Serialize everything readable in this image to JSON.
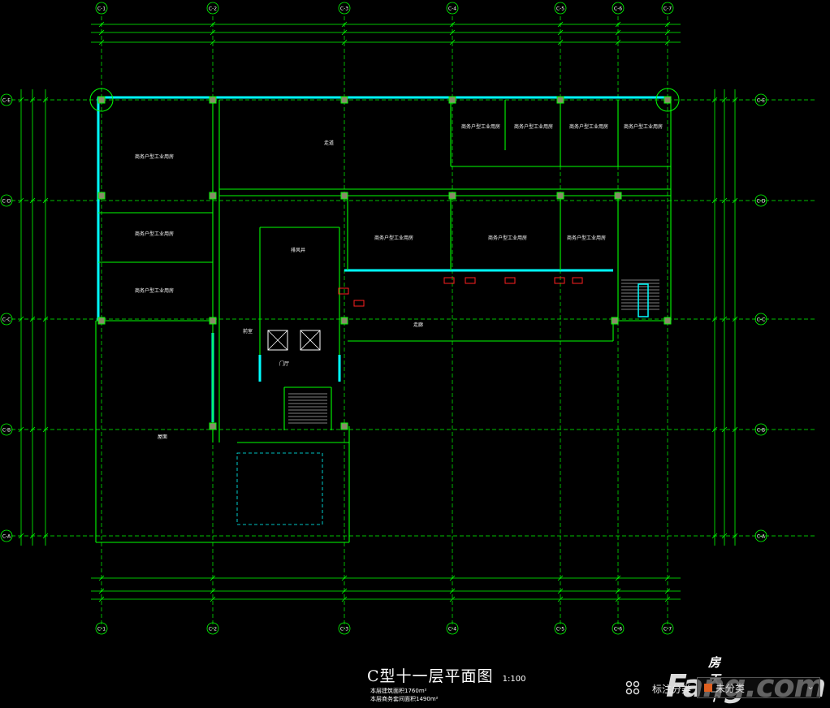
{
  "drawing": {
    "title": "C型十一层平面图",
    "scale": "1:100",
    "notes": [
      "本层建筑面积1760m²",
      "本层商务套间面积1490m²"
    ],
    "axes_x": [
      "C-1",
      "C-2",
      "C-3",
      "C-4",
      "C-5",
      "C-6",
      "C-7"
    ],
    "axes_y": [
      "C-E",
      "C-D",
      "C-C",
      "C-B",
      "C-A"
    ],
    "rooms": [
      "商务户型工业用房",
      "商务户型工业用房",
      "商务户型工业用房",
      "商务户型工业用房",
      "商务户型工业用房",
      "商务户型工业用房",
      "商务户型工业用房",
      "商务户型工业用房",
      "商务户型工业用房",
      "商务户型工业用房"
    ],
    "labels": [
      "走道",
      "走廊",
      "前室",
      "门厅",
      "排风井",
      "屋面"
    ],
    "colors": {
      "lines": "#00ff00",
      "walls": "#00ffff",
      "text": "#ffffff",
      "accent": "#ff2020"
    }
  },
  "toolbar": {
    "annotation_label": "标注分类",
    "category_value": "未分类"
  },
  "watermark": {
    "brand": "Fang.com",
    "brand_cn": "房天下"
  }
}
